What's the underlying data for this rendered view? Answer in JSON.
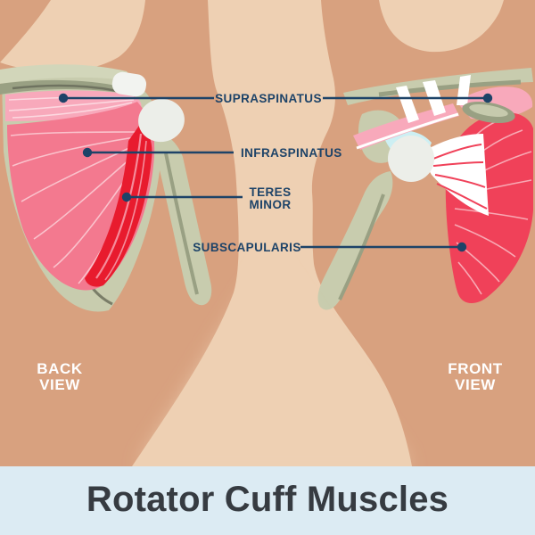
{
  "title_bar": {
    "label": "Rotator Cuff Muscles"
  },
  "views": {
    "back": {
      "line1": "BACK",
      "line2": "VIEW"
    },
    "front": {
      "line1": "FRONT",
      "line2": "VIEW"
    }
  },
  "muscle_labels": {
    "supraspinatus": "SUPRASPINATUS",
    "infraspinatus": "INFRASPINATUS",
    "teres_minor_line1": "TERES",
    "teres_minor_line2": "MINOR",
    "subscapularis": "SUBSCAPULARIS"
  },
  "colors": {
    "bg": "#eed0b3",
    "skin": "#d8a17f",
    "navy": "#1d4368",
    "banner": "#dcebf3",
    "title": "#363b41",
    "bone": "#c8ccae",
    "bone-light": "#d2d6ba",
    "olive": "#99a083",
    "olive-dark": "#6f7360",
    "pink-light": "#f8a9bb",
    "pink": "#f3798f",
    "red": "#e81b2e",
    "crimson": "#f04159",
    "bursa-blue": "#cdeff3",
    "bone-white": "#eceee9"
  }
}
